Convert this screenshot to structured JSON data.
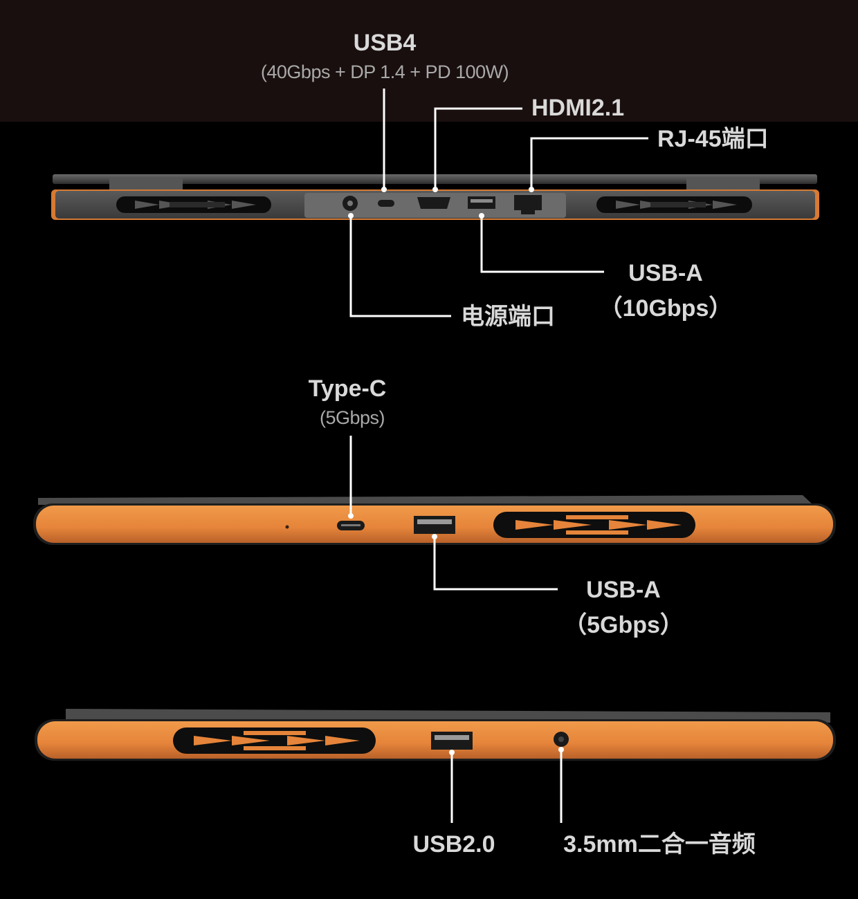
{
  "colors": {
    "background": "#000000",
    "top_band": "#1a0f0f",
    "accent_orange": "#e88a3c",
    "label": "#d9d9d9",
    "sublabel": "#a9a9a9",
    "leader_line": "#ffffff"
  },
  "rear_view": {
    "usb4": {
      "label": "USB4",
      "detail": "(40Gbps + DP 1.4 + PD 100W)"
    },
    "hdmi": {
      "label": "HDMI2.1"
    },
    "rj45": {
      "label": "RJ-45端口"
    },
    "usb_a": {
      "label": "USB-A",
      "detail": "（10Gbps）"
    },
    "power": {
      "label": "电源端口"
    }
  },
  "left_side": {
    "type_c": {
      "label": "Type-C",
      "detail": "(5Gbps)"
    },
    "usb_a": {
      "label": "USB-A",
      "detail": "（5Gbps）"
    }
  },
  "right_side": {
    "usb2": {
      "label": "USB2.0"
    },
    "audio": {
      "label": "3.5mm二合一音频"
    }
  }
}
